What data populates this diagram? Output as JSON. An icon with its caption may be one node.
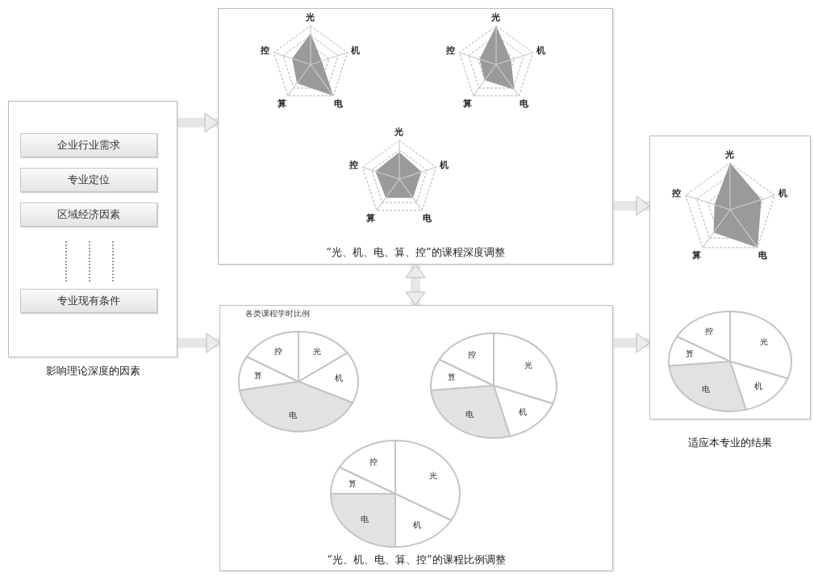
{
  "diagram": {
    "nodes": [
      {
        "text": [
          "影响理论深度的因素"
        ]
      },
      {
        "text": [
          "企业行业需求"
        ],
        "in": 0
      },
      {
        "text": [
          "专业定位"
        ],
        "in": 0
      },
      {
        "text": [
          "区域经济因素"
        ],
        "in": 0
      },
      {
        "text": [
          "专业现有条件"
        ],
        "in": 0
      },
      {
        "text": [
          "“光、机、电、算、控”的课程深度调整"
        ]
      },
      {
        "text": [
          "各类课程学时比例",
          "“光、机、电、算、控”的课程比例调整"
        ]
      },
      {
        "text": [
          "适应本专业的结果"
        ]
      }
    ],
    "edges": [
      {
        "from": 0,
        "to": 5,
        "arrow": "to"
      },
      {
        "from": 0,
        "to": 6,
        "arrow": "to"
      },
      {
        "from": 5,
        "to": 6,
        "arrow": "both"
      },
      {
        "from": 5,
        "to": 7,
        "arrow": "to"
      },
      {
        "from": 6,
        "to": 7,
        "arrow": "to"
      }
    ],
    "labels": [
      "光",
      "机",
      "电",
      "算",
      "控",
      "光",
      "机",
      "电",
      "算",
      "控",
      "光",
      "机",
      "电",
      "算",
      "控",
      "光",
      "机",
      "电",
      "算",
      "控",
      "光",
      "机",
      "电",
      "算",
      "控",
      "光",
      "机",
      "电",
      "算",
      "控",
      "光",
      "机",
      "电",
      "算",
      "控",
      "光",
      "机",
      "电",
      "算",
      "控"
    ]
  }
}
